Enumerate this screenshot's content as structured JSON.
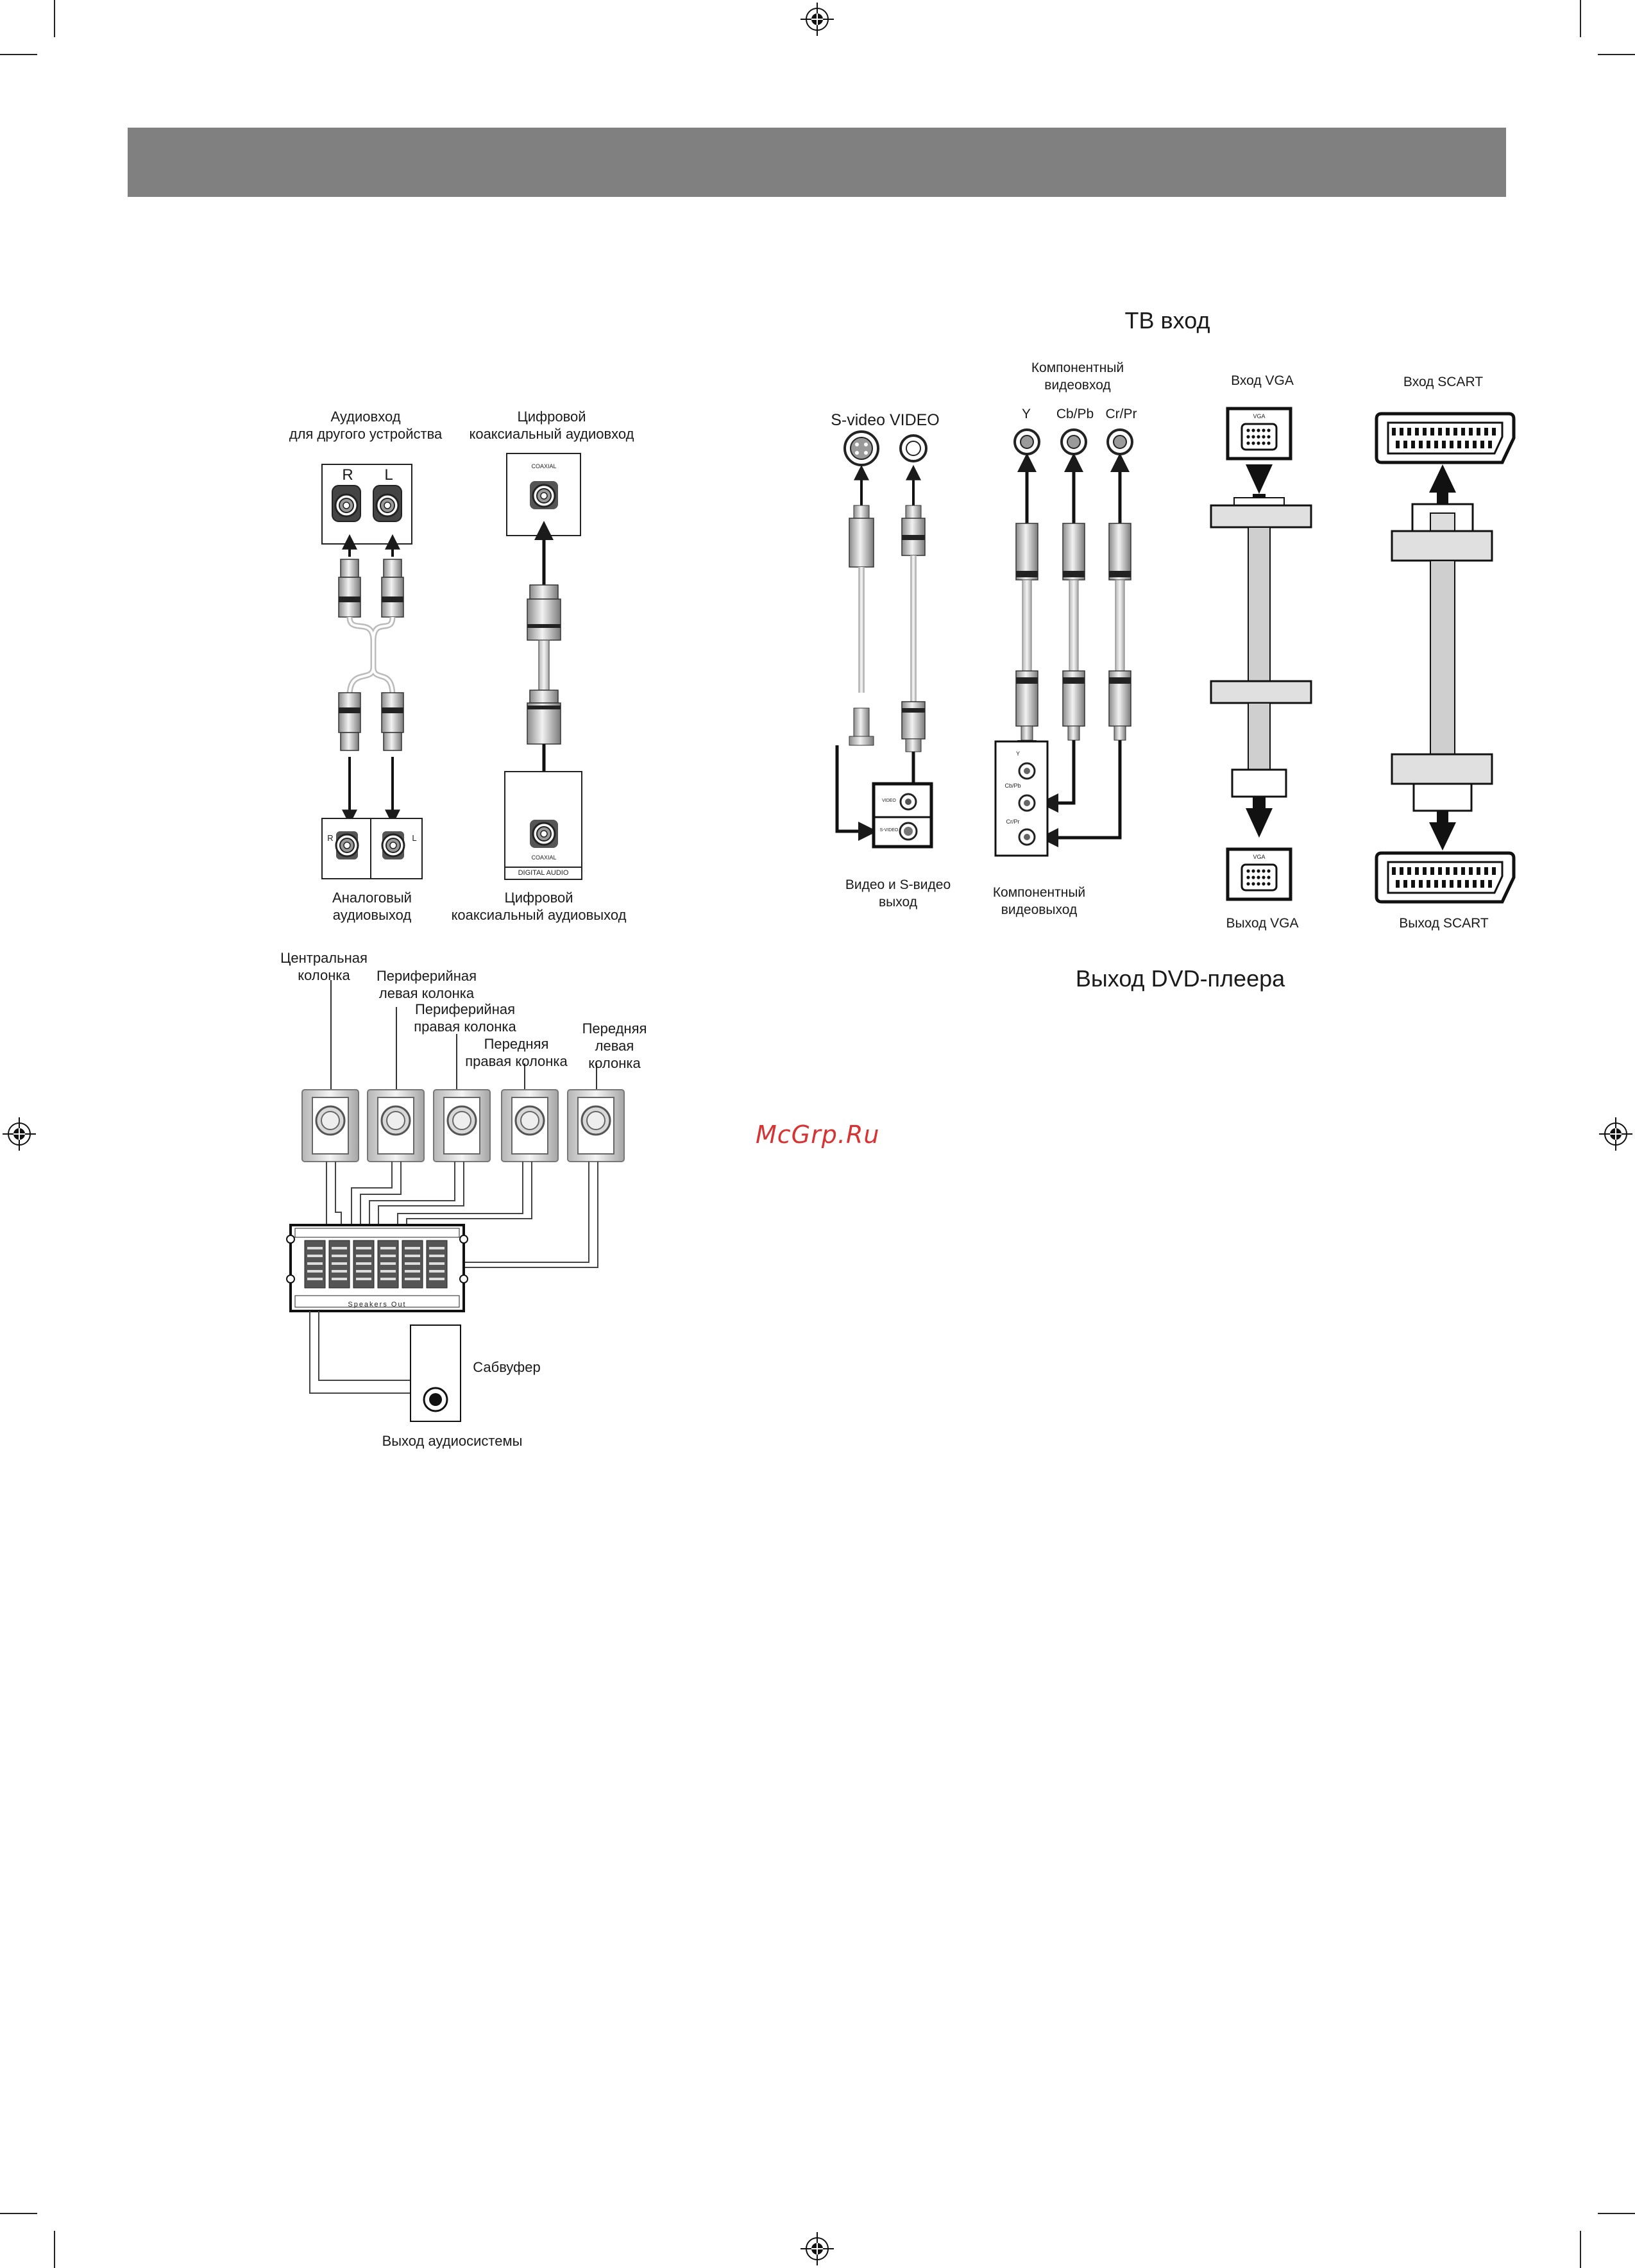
{
  "header": {
    "color": "#808080"
  },
  "watermark": "McGrp.Ru",
  "tv_input": {
    "title": "ТВ вход",
    "component_in": "Компонентный\nвидеовход",
    "y": "Y",
    "cb": "Cb/Pb",
    "cr": "Cr/Pr",
    "svideo": "S-video VIDEO",
    "vga_in": "Вход VGA",
    "scart_in": "Вход SCART",
    "vga_tag": "VGA"
  },
  "dvd_output": {
    "title": "Выход DVD-плеера",
    "video_out": "Видео и S-видео\nвыход",
    "component_out": "Компонентный\nвидеовыход",
    "y": "Y",
    "cb": "Cb/Pb",
    "cr": "Cr/Pr",
    "video_tag": "VIDEO",
    "svideo_tag": "S-VIDEO",
    "vga_out": "Выход VGA",
    "scart_out": "Выход SCART",
    "vga_tag": "VGA"
  },
  "audio": {
    "analog_in": "Аудиовход\nдля другого устройства",
    "digital_in": "Цифровой\nкоаксиальный аудиовход",
    "analog_out": "Аналоговый\nаудиовыход",
    "digital_out": "Цифровой\nкоаксиальный аудиовыход",
    "r": "R",
    "l": "L",
    "coaxial": "COAXIAL",
    "digital_audio": "DIGITAL AUDIO"
  },
  "speakers": {
    "center": "Центральная\nколонка",
    "surround_left": "Периферийная\nлевая колонка",
    "surround_right": "Периферийная\nправая колонка",
    "front_right": "Передняя\nправая колонка",
    "front_left": "Передняя\nлевая\nколонка",
    "subwoofer": "Сабвуфер",
    "system_out": "Выход аудиосистемы",
    "speakers_out": "Speakers Out"
  }
}
